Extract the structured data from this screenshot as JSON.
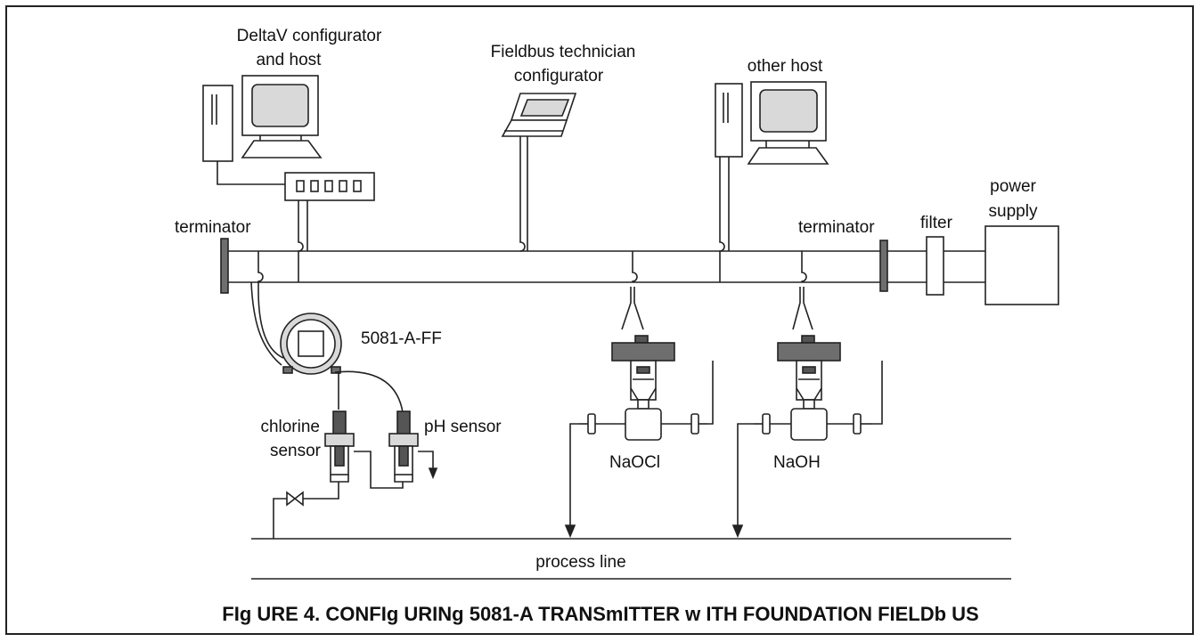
{
  "labels": {
    "deltav_line1": "DeltaV configurator",
    "deltav_line2": "and host",
    "fieldbus_line1": "Fieldbus technician",
    "fieldbus_line2": "configurator",
    "other_host": "other host",
    "power_line1": "power",
    "power_line2": "supply",
    "terminator_left": "terminator",
    "terminator_right": "terminator",
    "filter": "filter",
    "transmitter": "5081-A-FF",
    "chlorine_line1": "chlorine",
    "chlorine_line2": "sensor",
    "ph_sensor": "pH sensor",
    "naocl": "NaOCl",
    "naoh": "NaOH",
    "process_line": "process line"
  },
  "caption": "FIg URE 4. CONFIg URINg  5081-A TRANSmITTER w ITH FOUNDATION FIELDb US",
  "colors": {
    "stroke": "#222222",
    "screen": "#d9d9d9",
    "dark": "#555555",
    "valve_top": "#6e6e6e"
  }
}
